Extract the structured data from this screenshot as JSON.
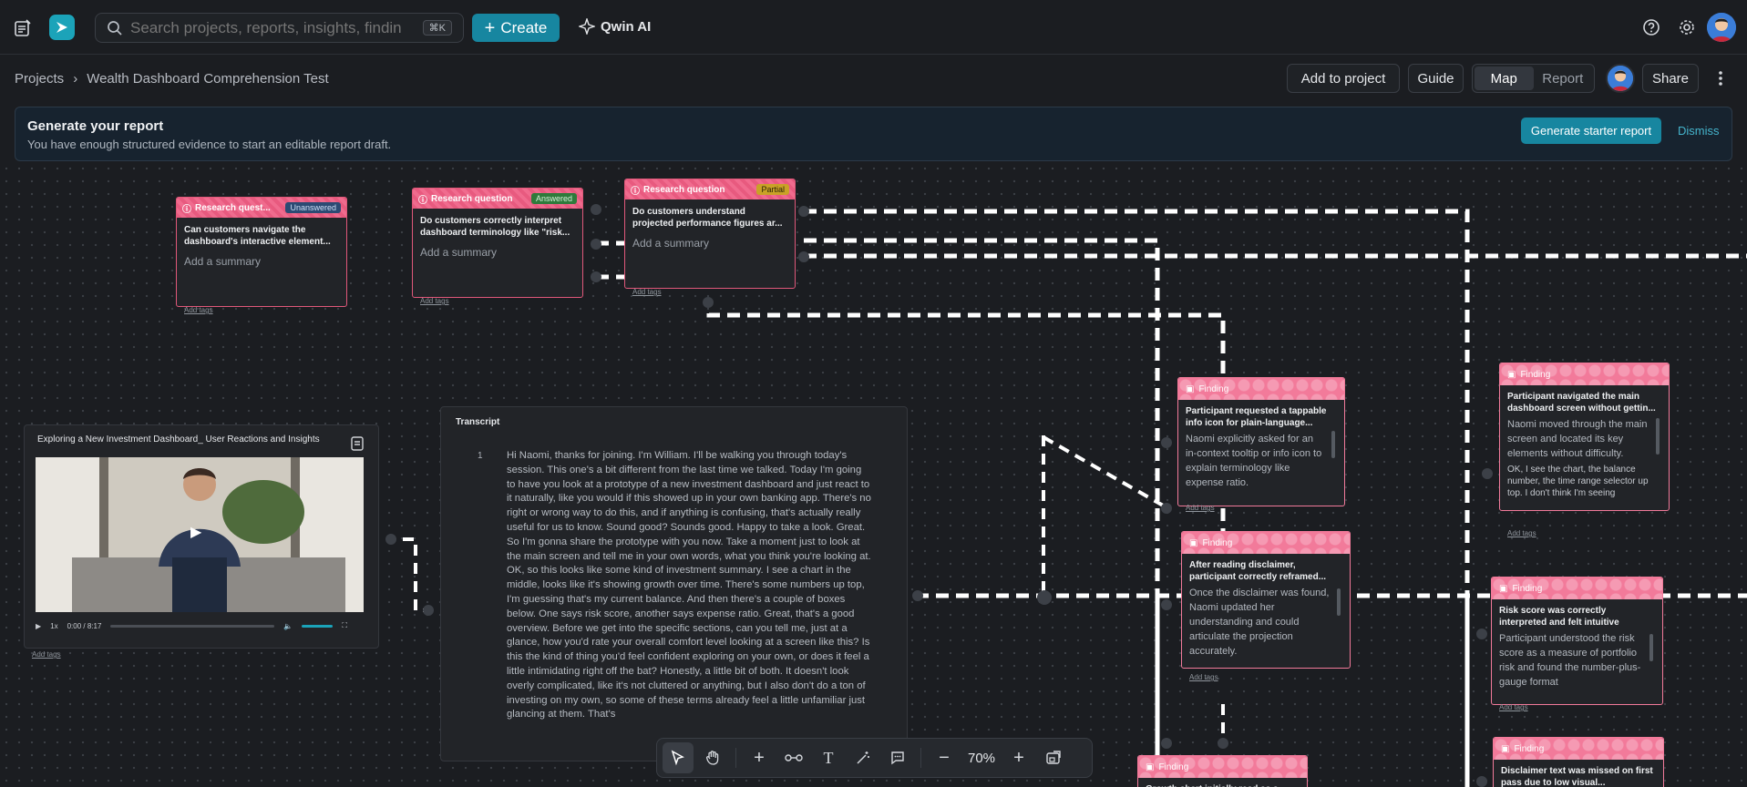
{
  "topbar": {
    "search_placeholder": "Search projects, reports, insights, findin",
    "search_shortcut": "⌘K",
    "create_label": "Create",
    "ai_label": "Qwin AI"
  },
  "breadcrumb": {
    "root": "Projects",
    "separator": "›",
    "current": "Wealth Dashboard Comprehension Test"
  },
  "header_actions": {
    "add_to_project": "Add to project",
    "guide": "Guide",
    "view_map": "Map",
    "view_report": "Report",
    "share": "Share"
  },
  "banner": {
    "title": "Generate your report",
    "subtitle": "You have enough structured evidence to start an editable report draft.",
    "primary": "Generate starter report",
    "dismiss": "Dismiss"
  },
  "questions": [
    {
      "label": "Research quest...",
      "status": "Unanswered",
      "title": "Can customers navigate the dashboard's interactive element...",
      "summary": "Add a summary",
      "tags": "Add tags"
    },
    {
      "label": "Research question",
      "status": "Answered",
      "title": "Do customers correctly interpret dashboard terminology like \"risk...",
      "summary": "Add a summary",
      "tags": "Add tags"
    },
    {
      "label": "Research question",
      "status": "Partial",
      "title": "Do customers understand projected performance figures ar...",
      "summary": "Add a summary",
      "tags": "Add tags"
    }
  ],
  "video": {
    "title": "Exploring a New Investment Dashboard_ User Reactions and Insights",
    "speed": "1x",
    "time": "0:00 / 8:17",
    "tags": "Add tags"
  },
  "transcript": {
    "title": "Transcript",
    "line_number": "1",
    "text": "Hi Naomi, thanks for joining. I'm William. I'll be walking you through today's session. This one's a bit different from the last time we talked. Today I'm going to have you look at a prototype of a new investment dashboard and just react to it naturally, like you would if this showed up in your own banking app. There's no right or wrong way to do this, and if anything is confusing, that's actually really useful for us to know. Sound good? Sounds good. Happy to take a look. Great. So I'm gonna share the prototype with you now. Take a moment just to look at the main screen and tell me in your own words, what you think you're looking at. OK, so this looks like some kind of investment summary. I see a chart in the middle, looks like it's showing growth over time. There's some numbers up top, I'm guessing that's my current balance. And then there's a couple of boxes below. One says risk score, another says expense ratio. Great, that's a good overview. Before we get into the specific sections, can you tell me, just at a glance, how you'd rate your overall comfort level looking at a screen like this? Is this the kind of thing you'd feel confident exploring on your own, or does it feel a little intimidating right off the bat? Honestly, a little bit of both. It doesn't look overly complicated, like it's not cluttered or anything, but I also don't do a ton of investing on my own, so some of these terms already feel a little unfamiliar just glancing at them. That's"
  },
  "findings": [
    {
      "label": "Finding",
      "title": "Participant requested a tappable info icon for plain-language...",
      "body": "Naomi explicitly asked for an in-context tooltip or info icon to explain terminology like expense ratio.",
      "tags": "Add tags"
    },
    {
      "label": "Finding",
      "title": "After reading disclaimer, participant correctly reframed...",
      "body": "Once the disclaimer was found, Naomi updated her understanding and could articulate the projection accurately.",
      "tags": "Add tags"
    },
    {
      "label": "Finding",
      "title": "Participant navigated the main dashboard screen without gettin...",
      "body": "Naomi moved through the main screen and located its key elements without difficulty.",
      "quote": "OK, I see the chart, the balance number, the time range selector up top. I don't think I'm seeing",
      "tags": "Add tags"
    },
    {
      "label": "Finding",
      "title": "Risk score was correctly interpreted and felt intuitive",
      "body": "Participant understood the risk score as a measure of portfolio risk and found the number-plus-gauge format",
      "tags": "Add tags"
    },
    {
      "label": "Finding",
      "title": "Disclaimer text was missed on first pass due to low visual..."
    },
    {
      "label": "Finding",
      "title": "Growth chart initially read as a..."
    }
  ],
  "toolbar": {
    "zoom": "70%"
  },
  "colors": {
    "accent": "#1786a0",
    "question_pink": "#e85a7f",
    "finding_pink": "#f27a9a",
    "badge_unanswered": "#2c4a73",
    "badge_answered": "#2f7a3b",
    "badge_partial": "#c9a227"
  }
}
